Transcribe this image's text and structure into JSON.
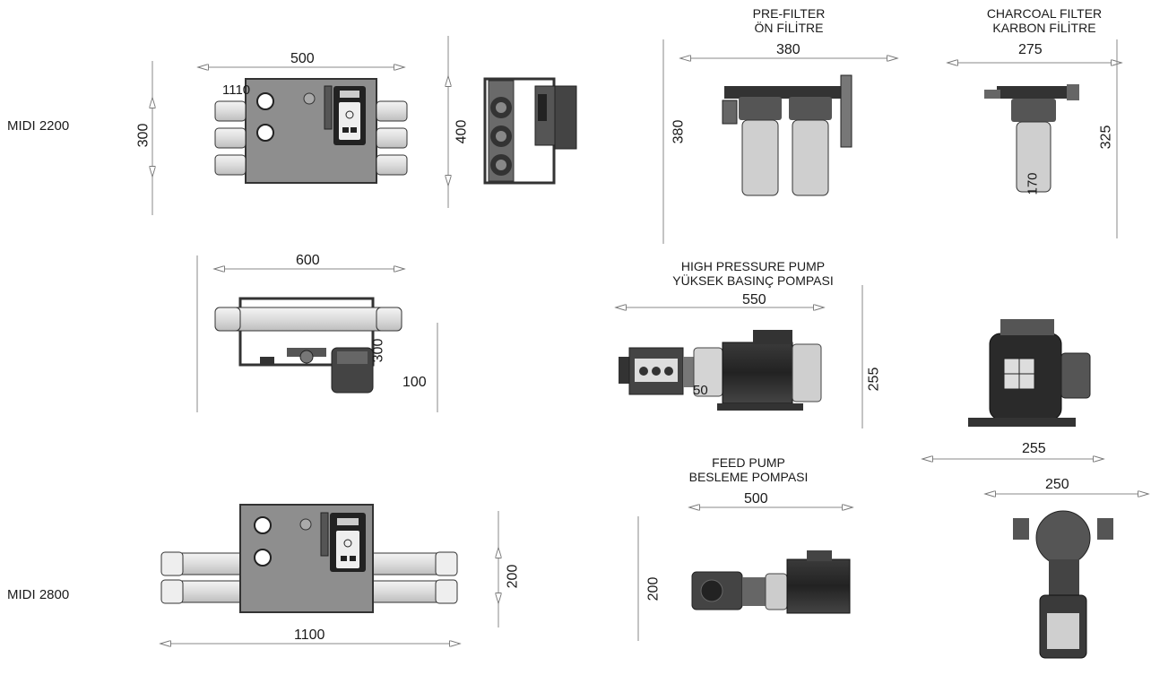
{
  "models": {
    "midi_2200": "MIDI 2200",
    "midi_2800": "MIDI 2800"
  },
  "components": {
    "pre_filter": {
      "line1": "PRE-FILTER",
      "line2": "ÖN FİLİTRE"
    },
    "charcoal_filter": {
      "line1": "CHARCOAL FILTER",
      "line2": "KARBON FİLİTRE"
    },
    "high_pressure_pump": {
      "line1": "HIGH PRESSURE PUMP",
      "line2": "YÜKSEK BASINÇ POMPASI"
    },
    "feed_pump": {
      "line1": "FEED PUMP",
      "line2": "BESLEME POMPASI"
    }
  },
  "dimensions": {
    "midi2200_front_width": "500",
    "midi2200_front_height": "300",
    "midi2200_port_note": "1110",
    "midi2200_side_depth": "400",
    "midi2200_top_width": "600",
    "midi2200_top_depth": "300",
    "midi2200_top_offset": "100",
    "midi2800_width": "1100",
    "midi2800_height": "200",
    "prefilter_width": "380",
    "prefilter_height": "380",
    "charcoal_width": "275",
    "charcoal_height": "325",
    "charcoal_note": "170",
    "hp_pump_length": "550",
    "hp_pump_height": "255",
    "hp_pump_note": "50",
    "hp_pump_end_width": "255",
    "feed_pump_length": "500",
    "feed_pump_height": "200",
    "feed_pump_end_width": "250"
  },
  "colors": {
    "housing": "#8a8a8a",
    "line": "#333333",
    "membrane": "#e6e6e6",
    "dim_line": "#9a9a9a"
  }
}
